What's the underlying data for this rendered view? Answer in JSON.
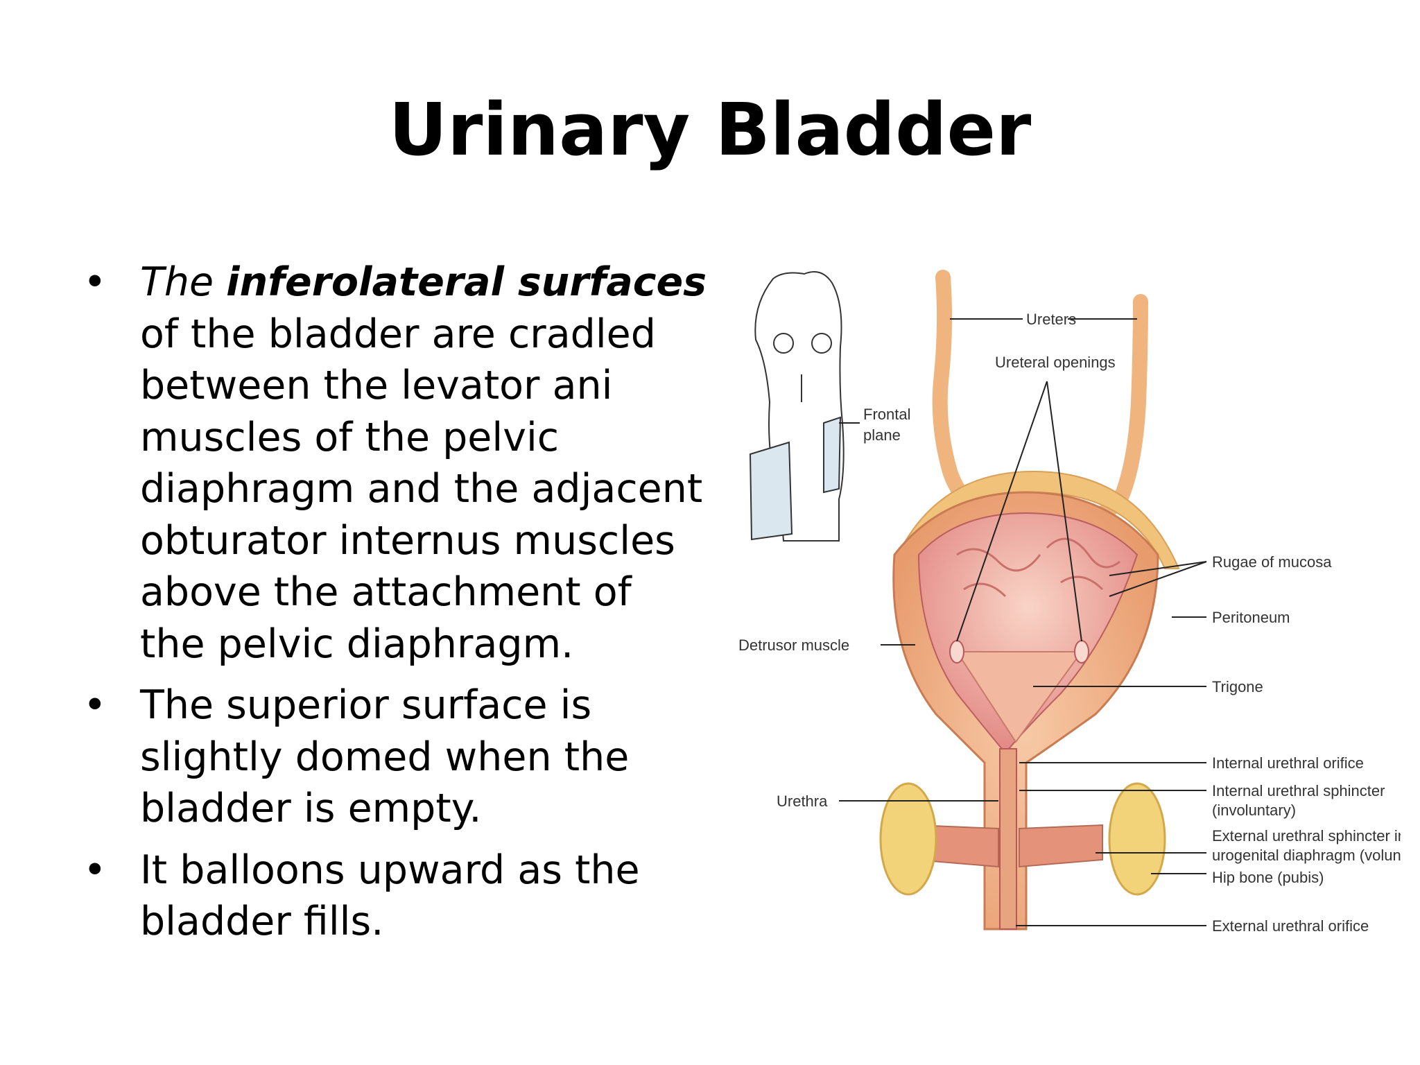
{
  "title": "Urinary Bladder",
  "bullets": [
    {
      "parts": [
        {
          "text": "The ",
          "style": "italic"
        },
        {
          "text": "inferolateral surfaces",
          "style": "bold-italic"
        },
        {
          "text": " of the bladder are cradled between the levator ani muscles of the pelvic diaphragm and the adjacent obturator internus muscles above the attachment of the pelvic diaphragm.",
          "style": "normal"
        }
      ]
    },
    {
      "parts": [
        {
          "text": "The superior surface is slightly domed when the bladder is empty.",
          "style": "normal"
        }
      ]
    },
    {
      "parts": [
        {
          "text": "It balloons upward as the bladder fills.",
          "style": "normal"
        }
      ]
    }
  ],
  "bullet_glyph": "•",
  "diagram": {
    "labels": {
      "ureters": "Ureters",
      "ureteral_openings": "Ureteral openings",
      "frontal_plane_1": "Frontal",
      "frontal_plane_2": "plane",
      "rugae": "Rugae of mucosa",
      "peritoneum": "Peritoneum",
      "detrusor": "Detrusor muscle",
      "trigone": "Trigone",
      "internal_orifice": "Internal urethral orifice",
      "internal_sphincter_1": "Internal urethral sphincter",
      "internal_sphincter_2": "(involuntary)",
      "external_sphincter_1": "External urethral sphincter in",
      "external_sphincter_2": "urogenital diaphragm (voluntary)",
      "hip_bone": "Hip bone (pubis)",
      "urethra": "Urethra",
      "external_orifice": "External urethral orifice"
    }
  }
}
